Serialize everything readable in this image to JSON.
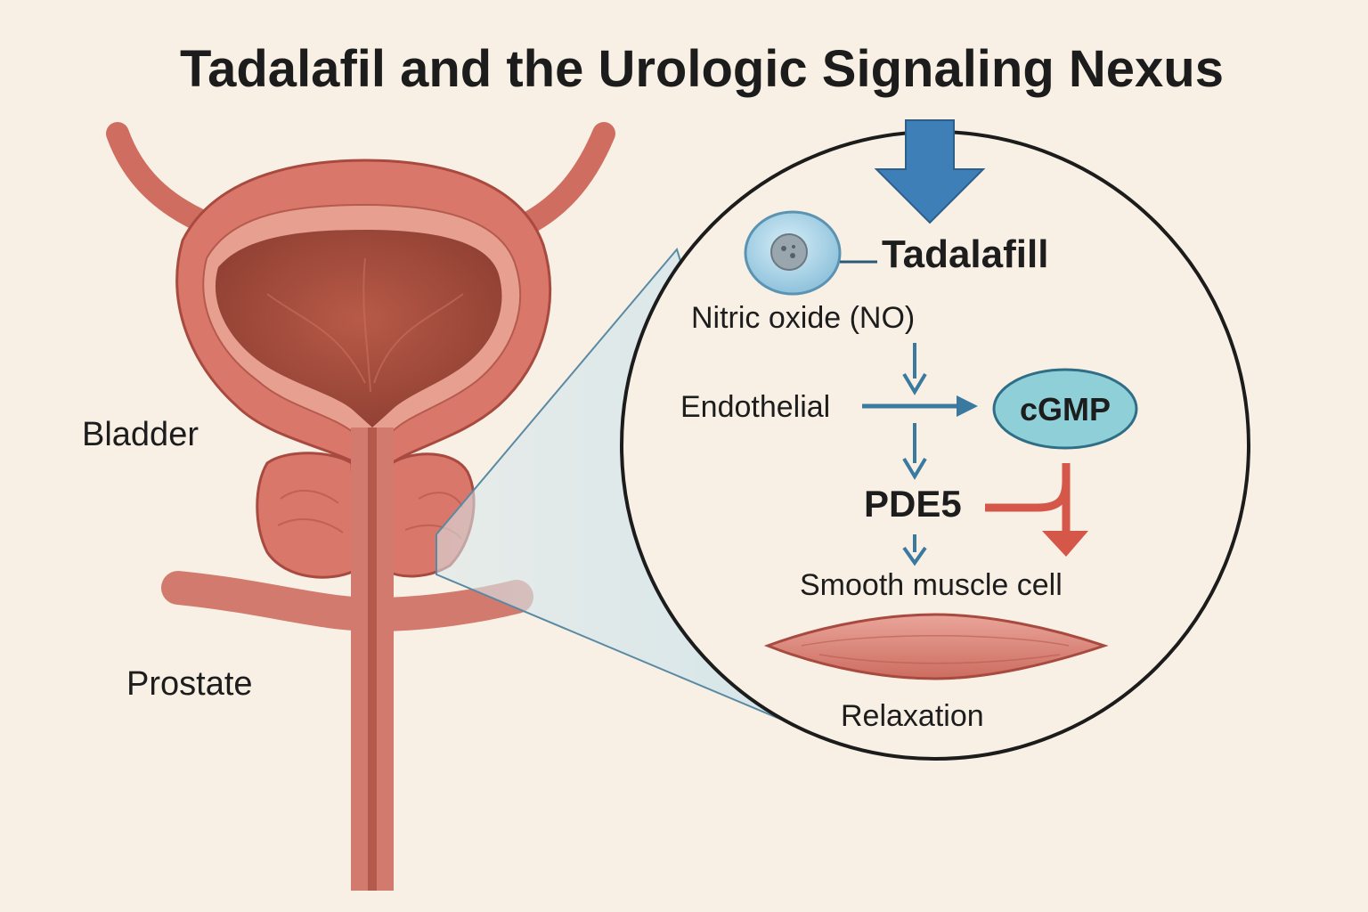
{
  "title": "Tadalafil and the Urologic Signaling Nexus",
  "anatomy": {
    "bladder_label": "Bladder",
    "prostate_label": "Prostate"
  },
  "pathway": {
    "drug": "Tadalafill",
    "nitric_oxide": "Nitric oxide (NO)",
    "endothelial": "Endothelial",
    "cgmp": "cGMP",
    "pde5": "PDE5",
    "smooth_muscle": "Smooth muscle cell",
    "relaxation": "Relaxation"
  },
  "colors": {
    "background": "#f8f0e4",
    "tissue": "#d9776a",
    "tissue_dark": "#a84a40",
    "lumen": "#9c4a3a",
    "blue_arrow": "#3d7fb6",
    "pathway_arrow": "#3a7aa0",
    "inhibit_arrow": "#d4574a",
    "cgmp_fill": "#8fd0d8",
    "cell_fill": "#a9d6ea"
  },
  "icons": {
    "input_arrow": "down-arrow-icon",
    "drug_molecule": "cell-icon"
  }
}
